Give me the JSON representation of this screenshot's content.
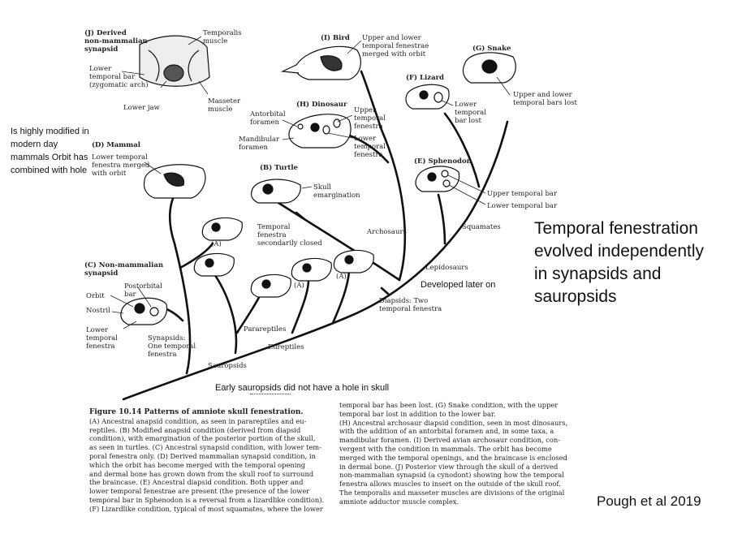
{
  "notes": {
    "left_note": "Is highly modified in modern day mammals Orbit has combined with hole",
    "main_statement": "Temporal fenestration evolved independently in synapsids and sauropsids",
    "developed_later": "Developed later on",
    "early_sauropsids": "Early sauropsids did not have a hole in skull",
    "credit": "Pough et al 2019"
  },
  "diagram": {
    "j_title": "(J) Derived\nnon-mammalian\nsynapsid",
    "j_temporalis": "Temporalis\nmuscle",
    "j_lower_bar": "Lower\ntemporal bar\n(zygomatic arch)",
    "j_lower_jaw": "Lower jaw",
    "j_masseter": "Masseter\nmuscle",
    "i_title": "(I) Bird",
    "i_note": "Upper and lower\ntemporal fenestrae\nmerged with orbit",
    "g_title": "(G) Snake",
    "g_note": "Upper and lower\ntemporal bars lost",
    "f_title": "(F) Lizard",
    "f_note": "Lower\ntemporal\nbar lost",
    "h_title": "(H) Dinosaur",
    "h_antorbital": "Antorbital\nforamen",
    "h_upper": "Upper\ntemporal\nfenestra",
    "h_mandibular": "Mandibular\nforamen",
    "h_lower": "Lower\ntemporal\nfenestra",
    "d_title": "(D) Mammal",
    "d_note": "Lower temporal\nfenestra merged\nwith orbit",
    "b_title": "(B) Turtle",
    "b_note": "Skull\nemargination",
    "e_title": "(E) Sphenodon",
    "e_upper": "Upper temporal bar",
    "e_lower": "Lower temporal bar",
    "a_label": "(A)",
    "temporal_closed": "Temporal\nfenestra\nsecondarily closed",
    "archosaurs": "Archosaurs",
    "squamates": "Squamates",
    "lepidosaurs": "Lepidosaurs",
    "c_title": "(C) Non-mammalian\nsynapsid",
    "c_orbit": "Orbit",
    "c_postorbital": "Postorbital\nbar",
    "c_nostril": "Nostril",
    "c_lower": "Lower\ntemporal\nfenestra",
    "synapsids": "Synapsids:\nOne temporal\nfenestra",
    "parareptiles": "Parareptiles",
    "diapsids": "Diapsids: Two\ntemporal fenestra",
    "eureptiles": "Eureptiles",
    "sauropsids": "Sauropsids"
  },
  "caption": {
    "title": "Figure 10.14  Patterns of amniote skull fenestration.",
    "col1": "(A) Ancestral anapsid condition, as seen in parareptiles and eu-\nreptiles. (B) Modified anapsid condition (derived from diapsid\ncondition), with emargination of the posterior portion of the skull,\nas seen in turtles. (C) Ancestral synapsid condition, with lower tem-\nporal fenestra only. (D) Derived mammalian synapsid condition, in\nwhich the orbit has become merged with the temporal opening\nand dermal bone has grown down from the skull roof to surround\nthe braincase. (E) Ancestral diapsid condition. Both upper and\nlower temporal fenestrae are present (the presence of the lower\ntemporal bar in Sphenodon is a reversal from a lizardlike condition).\n(F) Lizardlike condition, typical of most squamates, where the lower",
    "col2": "temporal bar has been lost. (G) Snake condition, with the upper\ntemporal bar lost in addition to the lower bar.\n(H) Ancestral archosaur diapsid condition, seen in most dinosaurs,\nwith the addition of an antorbital foramen and, in some taxa, a\nmandibular foramen. (I) Derived avian archosaur condition, con-\nvergent with the condition in mammals. The orbit has become\nmerged with the temporal openings, and the braincase is enclosed\nin dermal bone. (J) Posterior view through the skull of a derived\nnon-mammalian synapsid (a cynodont) showing how the temporal\nfenestra allows muscles to insert on the outside of the skull roof.\nThe temporalis and masseter muscles are divisions of the original\namniote adductor muscle complex."
  },
  "colors": {
    "line": "#111111",
    "text": "#222222",
    "underline": "#cc0000"
  }
}
